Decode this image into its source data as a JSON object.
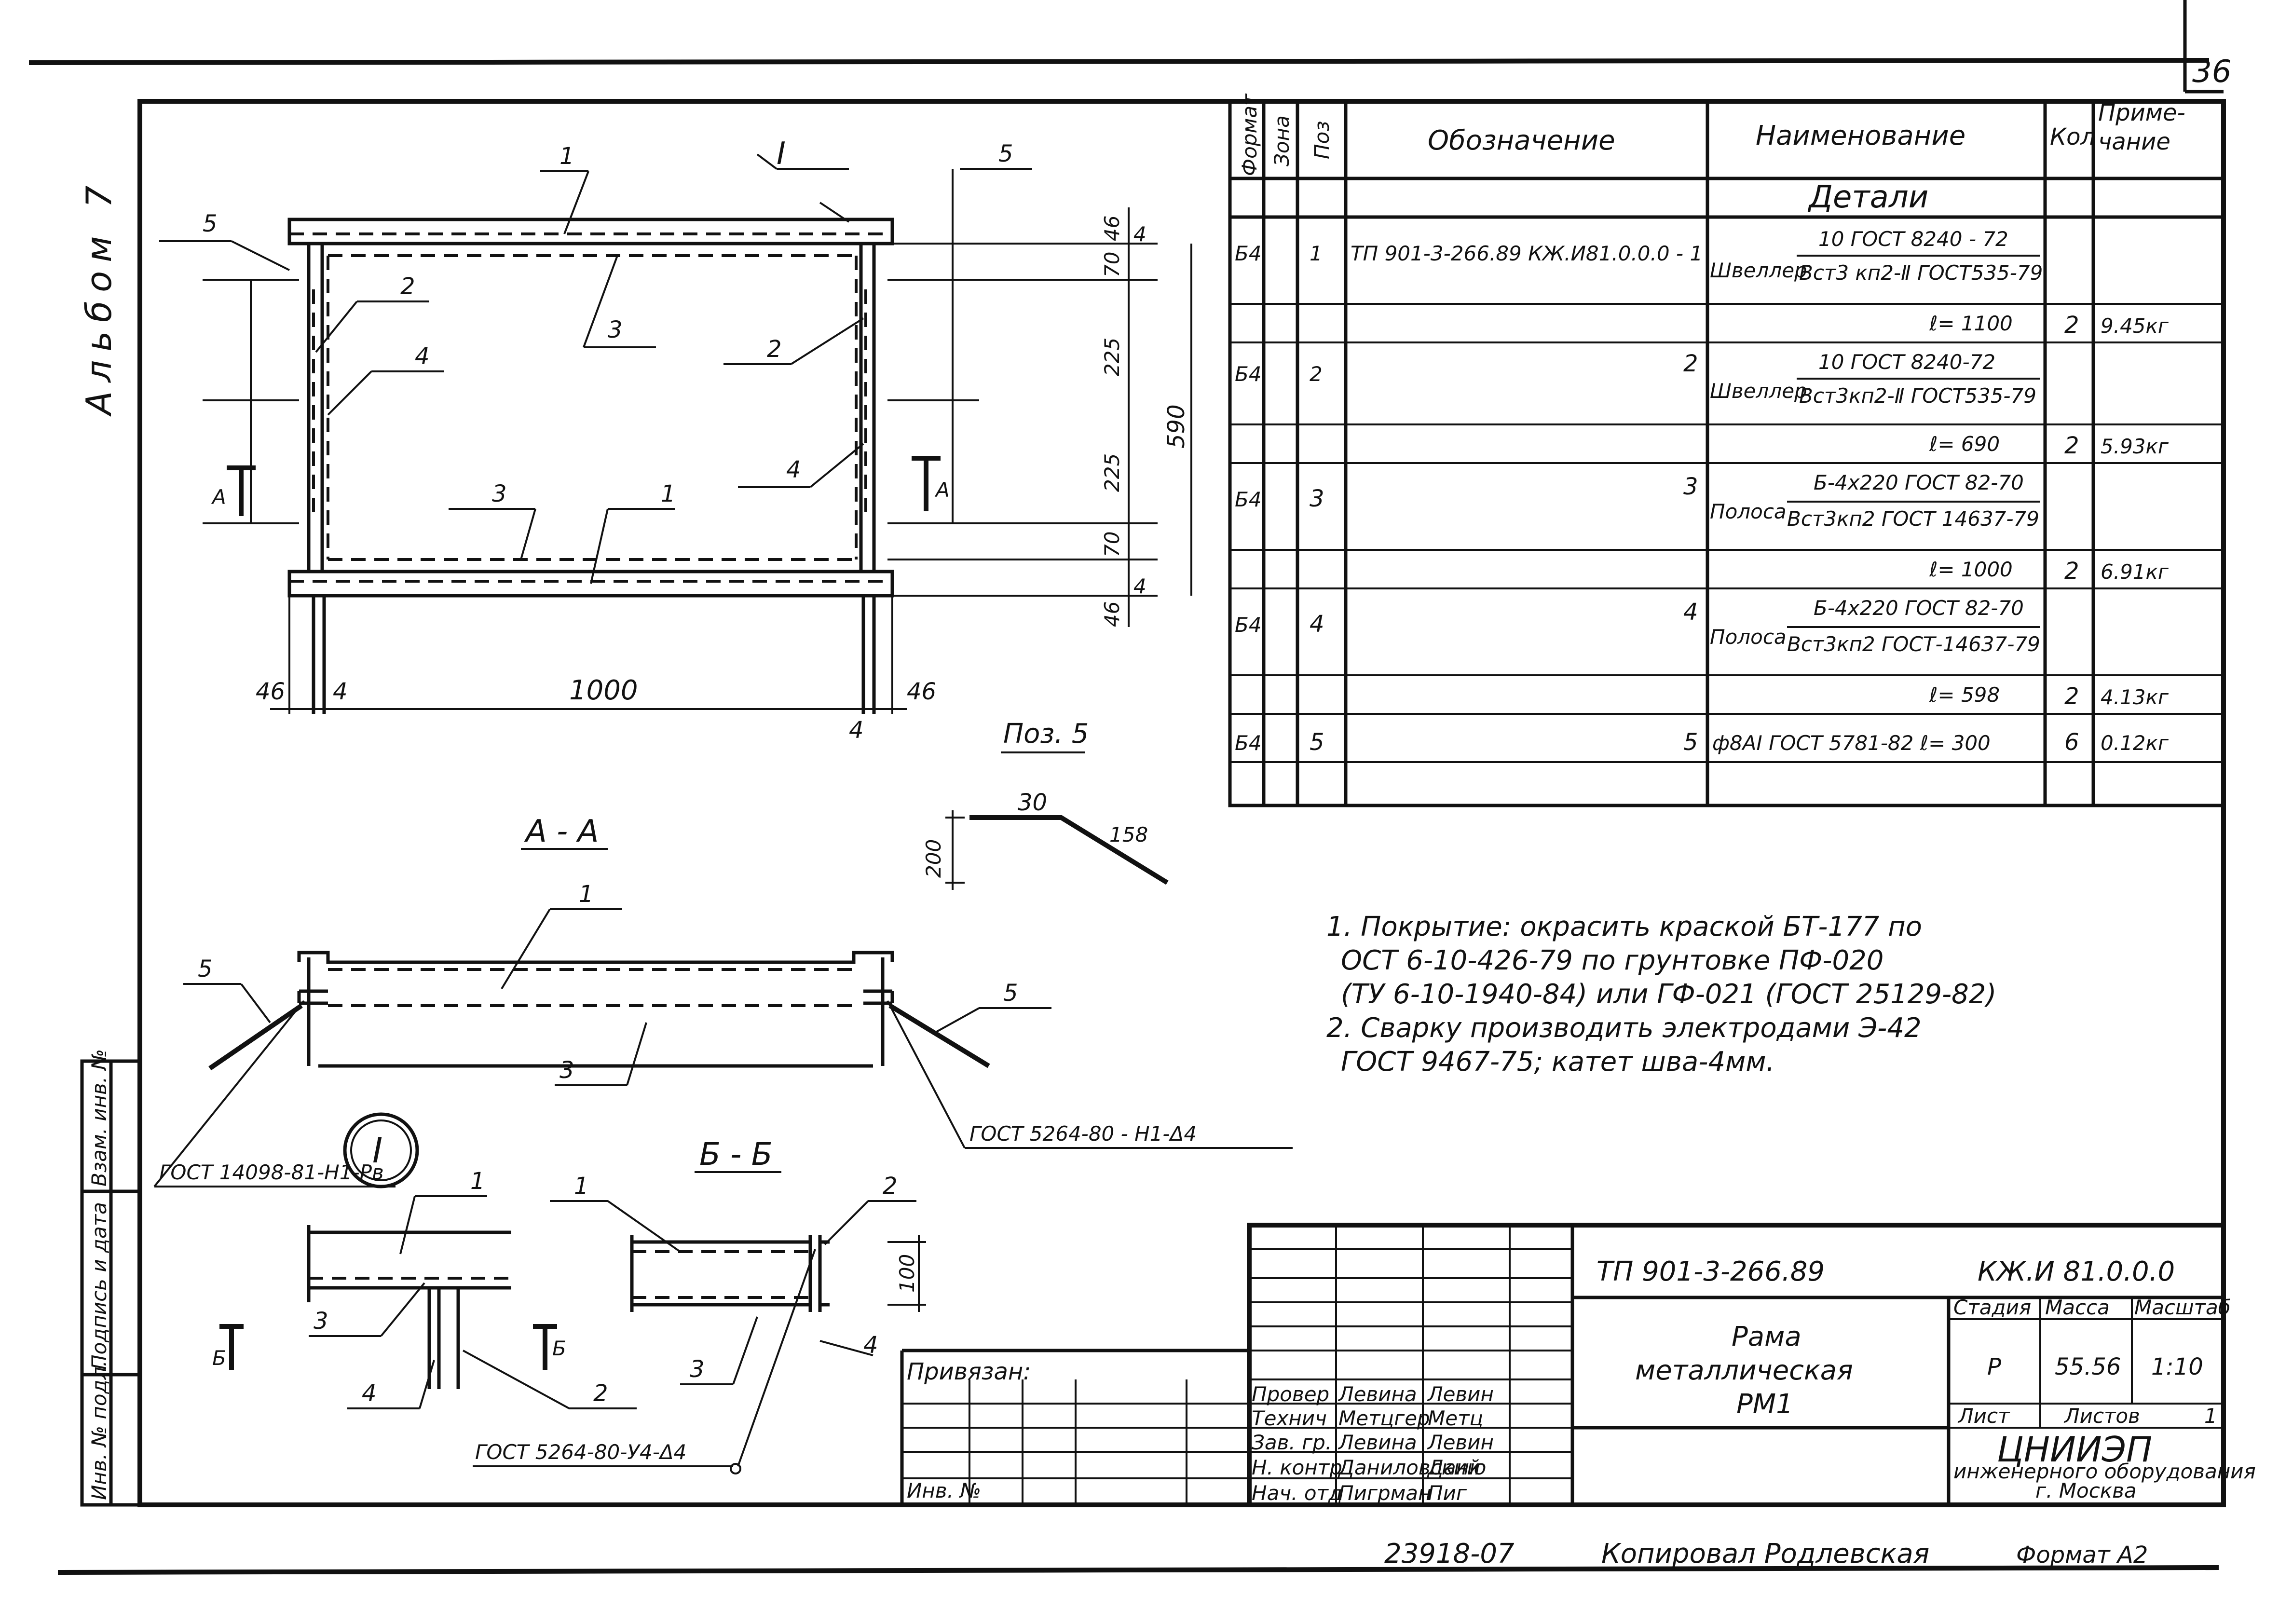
{
  "sheet_number": "36",
  "album_label": "Альбом 7",
  "spec_table": {
    "headers": {
      "format": "Формат",
      "zone": "Зона",
      "pos": "Поз",
      "designation": "Обозначение",
      "name": "Наименование",
      "qty": "Кол",
      "note_line1": "Приме-",
      "note_line2": "чание"
    },
    "section_title": "Детали",
    "rows": [
      {
        "format": "Б4",
        "pos": "1",
        "designation": "ТП 901-3-266.89 КЖ.И81.0.0.0 - 1",
        "name_type": "Швеллер",
        "name_top": "10 ГОСТ 8240 - 72",
        "name_bottom": "Вст3 кп2-Ⅱ ГОСТ535-79",
        "length": "ℓ= 1100",
        "qty": "2",
        "mass": "9.45кг"
      },
      {
        "format": "Б4",
        "pos": "2",
        "designation": "2",
        "name_type": "Швеллер",
        "name_top": "10 ГОСТ 8240-72",
        "name_bottom": "Вст3кп2-Ⅱ ГОСТ535-79",
        "length": "ℓ= 690",
        "qty": "2",
        "mass": "5.93кг"
      },
      {
        "format": "Б4",
        "pos": "3",
        "designation": "3",
        "name_type": "Полоса",
        "name_top": "Б-4x220 ГОСТ 82-70",
        "name_bottom": "Вст3кп2 ГОСТ 14637-79",
        "length": "ℓ= 1000",
        "qty": "2",
        "mass": "6.91кг"
      },
      {
        "format": "Б4",
        "pos": "4",
        "designation": "4",
        "name_type": "Полоса",
        "name_top": "Б-4x220 ГОСТ 82-70",
        "name_bottom": "Вст3кп2 ГОСТ-14637-79",
        "length": "ℓ= 598",
        "qty": "2",
        "mass": "4.13кг"
      },
      {
        "format": "Б4",
        "pos": "5",
        "designation": "5",
        "name_type": "",
        "name_top": "ф8АⅠ ГОСТ 5781-82 ℓ= 300",
        "name_bottom": "",
        "length": "",
        "qty": "6",
        "mass": "0.12кг"
      }
    ]
  },
  "plan_view": {
    "callout_I": "I",
    "dims": {
      "d46a": "46",
      "d4a": "4",
      "d1000": "1000",
      "d46b": "46",
      "d4b": "4",
      "d70a": "70",
      "d225a": "225",
      "d225b": "225",
      "d70b": "70",
      "d46c": "46",
      "d4c": "4",
      "d46d": "46",
      "d590": "590"
    },
    "pos_labels": {
      "p1a": "1",
      "p1b": "1",
      "p2a": "2",
      "p2b": "2",
      "p3a": "3",
      "p3b": "3",
      "p4a": "4",
      "p4b": "4",
      "p5a": "5",
      "p5b": "5"
    },
    "section_mark": "А"
  },
  "pos5_detail": {
    "title": "Поз. 5",
    "d30": "30",
    "d158": "158",
    "d200": "200"
  },
  "section_AA": {
    "title": "А - А",
    "p1": "1",
    "p3": "3",
    "p5a": "5",
    "p5b": "5",
    "weld_left": "ГОСТ 14098-81-Н1-Рв",
    "weld_right": "ГОСТ 5264-80 - Н1-Δ4"
  },
  "detail_I": {
    "mark": "I",
    "p1": "1",
    "p2": "2",
    "p3": "3",
    "p4": "4",
    "section_mark": "Б"
  },
  "section_BB": {
    "title": "Б - Б",
    "p1": "1",
    "p2": "2",
    "p3": "3",
    "p4": "4",
    "d100": "100",
    "weld": "ГОСТ 5264-80-У4-Δ4"
  },
  "notes": [
    "1. Покрытие: окрасить краской БТ-177 по",
    "ОСТ 6-10-426-79 по грунтовке ПФ-020",
    "(ТУ 6-10-1940-84) или ГФ-021 (ГОСТ 25129-82)",
    "2. Сварку производить электродами Э-42",
    "ГОСТ 9467-75; катет шва-4мм."
  ],
  "title_block": {
    "document_code": "ТП  901-3-266.89",
    "code_suffix": "КЖ.И 81.0.0.0",
    "title_line1": "Рама",
    "title_line2": "металлическая",
    "title_line3": "РМ1",
    "stage_header": "Стадия",
    "mass_header": "Масса",
    "scale_header": "Масштаб",
    "stage": "Р",
    "mass": "55.56",
    "scale": "1:10",
    "sheet_label": "Лист",
    "sheets_label": "Листов",
    "sheets_count": "1",
    "org_name": "ЦНИИЭП",
    "org_line2": "инженерного оборудования",
    "org_city": "г. Москва",
    "linked_label": "Привязан:",
    "inv_label": "Инв. №",
    "roles": [
      {
        "role": "Провер",
        "name": "Левина",
        "sign": "Левин"
      },
      {
        "role": "Технич",
        "name": "Метцгер",
        "sign": "Метц"
      },
      {
        "role": "Зав. гр.",
        "name": "Левина",
        "sign": "Левин"
      },
      {
        "role": "Н. контр",
        "name": "Даниловский",
        "sign": "Даню"
      },
      {
        "role": "Нач. отд",
        "name": "Пигрман",
        "sign": "Пиг"
      }
    ]
  },
  "side_stamps": {
    "inv_orig": "Инв. № подл.",
    "sign_date": "Подпись и дата",
    "inv_dup": "Взам. инв. №"
  },
  "footer": {
    "stamp_number": "23918-07",
    "copied_by": "Копировал Родлевская",
    "format": "Формат А2"
  }
}
